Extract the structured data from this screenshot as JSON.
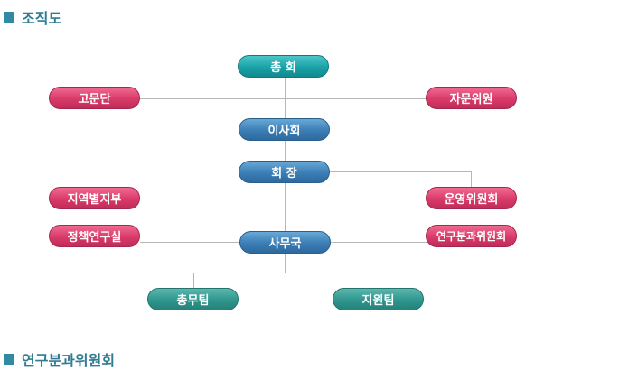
{
  "section_titles": {
    "org_chart": "조직도",
    "research_committee": "연구분과위원회"
  },
  "org_chart": {
    "general_assembly": "총 회",
    "advisory_group": "고문단",
    "consultative_committee": "자문위원",
    "board_of_directors": "이사회",
    "president": "회 장",
    "regional_branches": "지역별지부",
    "steering_committee": "운영위원회",
    "policy_research_office": "정책연구실",
    "research_subcommittee": "연구분과위원회",
    "secretariat": "사무국",
    "general_affairs_team": "총무팀",
    "support_team": "지원팀"
  }
}
